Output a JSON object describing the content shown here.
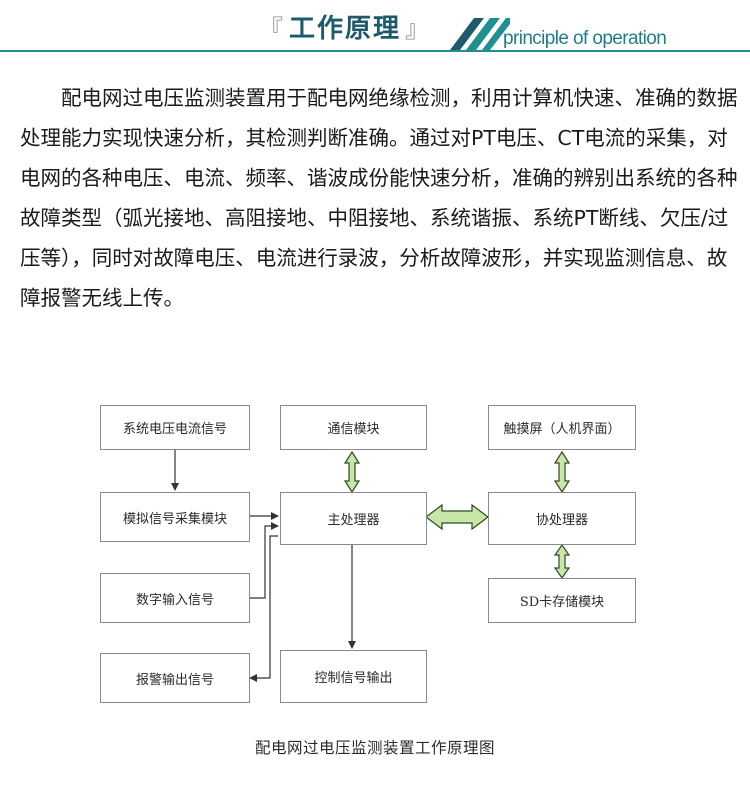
{
  "header": {
    "bracket_open": "『",
    "title": "工作原理",
    "bracket_close": "』",
    "subtitle": "principle of operation",
    "accent_color": "#1f8f8f",
    "title_color": "#1d5a6b"
  },
  "intro": {
    "text": "配电网过电压监测装置用于配电网绝缘检测，利用计算机快速、准确的数据处理能力实现快速分析，其检测判断准确。通过对PT电压、CT电流的采集，对电网的各种电压、电流、频率、谐波成份能快速分析，准确的辨别出系统的各种故障类型（弧光接地、高阻接地、中阻接地、系统谐振、系统PT断线、欠压/过压等），同时对故障电压、电流进行录波，分析故障波形，并实现监测信息、故障报警无线上传。"
  },
  "diagram": {
    "boxes": {
      "signal_input": "系统电压电流信号",
      "analog_module": "模拟信号采集模块",
      "digital_input": "数字输入信号",
      "alarm_output": "报警输出信号",
      "comm_module": "通信模块",
      "main_processor": "主处理器",
      "control_output": "控制信号输出",
      "touch_screen": "触摸屏（人机界面）",
      "coprocessor": "协处理器",
      "sd_module": "SD卡存储模块"
    },
    "arrow_fill": "#c8e6a8",
    "arrow_stroke": "#2f4a20"
  },
  "caption": "配电网过电压监测装置工作原理图"
}
